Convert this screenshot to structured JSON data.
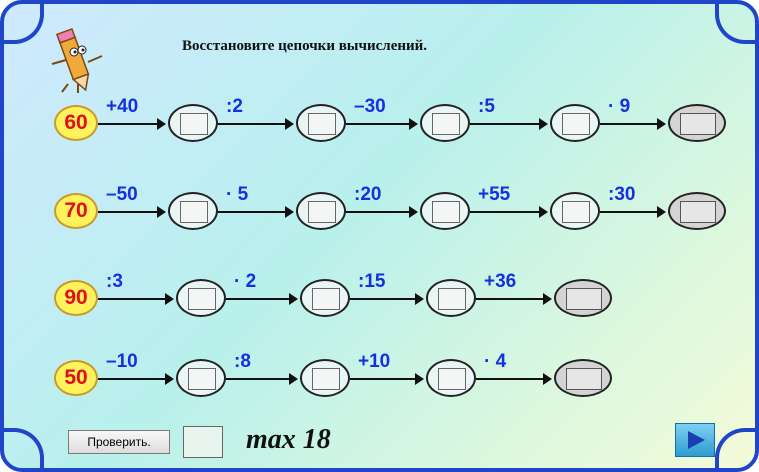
{
  "title": "Восстановите цепочки вычислений.",
  "chains": [
    {
      "start": "60",
      "ops": [
        "+40",
        ":2",
        "–30",
        ":5",
        "· 9"
      ]
    },
    {
      "start": "70",
      "ops": [
        "–50",
        "· 5",
        ":20",
        "+55",
        ":30"
      ]
    },
    {
      "start": "90",
      "ops": [
        ":3",
        "· 2",
        ":15",
        "+36"
      ]
    },
    {
      "start": "50",
      "ops": [
        "–10",
        ":8",
        "+10",
        "· 4"
      ]
    }
  ],
  "footer": {
    "check_label": "Проверить.",
    "max_label": "max 18"
  },
  "colors": {
    "border": "#1f46c8",
    "operation": "#1430e0",
    "start_fill": "#fff25a",
    "start_text": "#e0101a"
  }
}
